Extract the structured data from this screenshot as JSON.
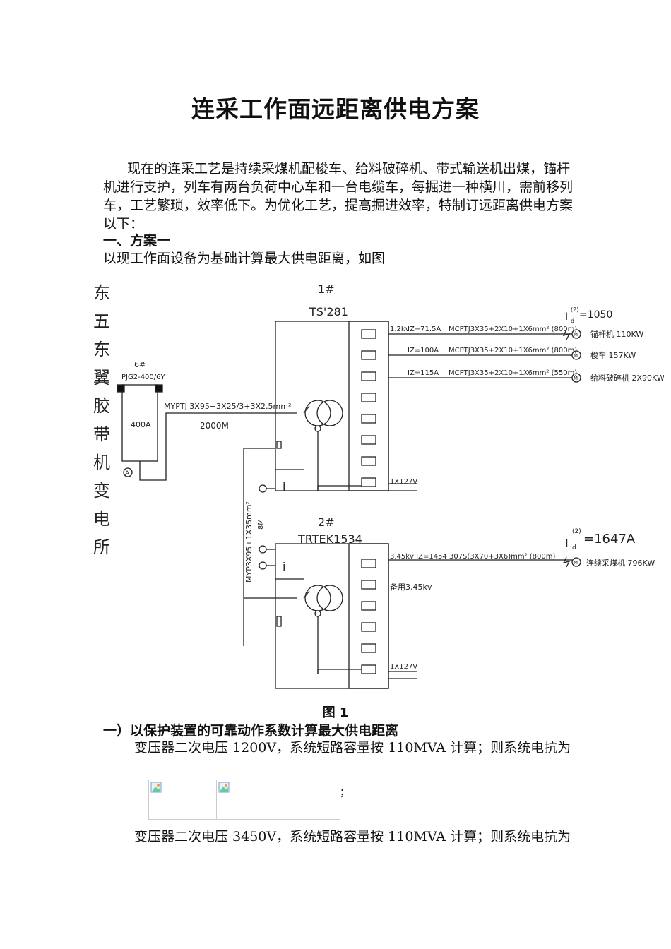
{
  "title": "连采工作面远距离供电方案",
  "intro": "现在的连采工艺是持续采煤机配梭车、给料破碎机、带式输送机出煤，锚杆机进行支护，列车有两台负荷中心车和一台电缆车，每掘进一种横川，需前移列车，工艺繁琐，效率低下。为优化工艺，提高掘进效率，特制订远距离供电方案以下：",
  "section1": "一、方案一",
  "section1_text": "以现工作面设备为基础计算最大供电距离，如图",
  "diagram": {
    "substation_chars": [
      "东",
      "五",
      "东",
      "翼",
      "胶",
      "带",
      "机",
      "变",
      "电",
      "所"
    ],
    "switch_name": "6#",
    "switch_model": "PJG2-400/6Y",
    "switch_rating": "400A",
    "feeder_cable": "MYPTJ 3X95+3X25/3+3X2.5mm²",
    "feeder_length": "2000M",
    "link_cable": "MYP3X95+1X35mm²",
    "link_length": "8M",
    "t1_name": "1#",
    "t1_model": "TS'281",
    "t2_name": "2#",
    "t2_model": "TRTEK1534",
    "t1_voltage": "1.2kv",
    "short_circuit_1": "I",
    "sc1_sup": "(2)",
    "sc1_sub": "d",
    "sc1_value": "=1050",
    "sc2_value": "=1647A",
    "out1_iz": "IZ=71.5A",
    "out1_cable": "MCPTJ3X35+2X10+1X6mm² (800m)",
    "out1_load": "锚杆机  110KW",
    "out2_iz": "IZ=100A",
    "out2_cable": "MCPTJ3X35+2X10+1X6mm² (800m)",
    "out2_load": "梭车  157KW",
    "out3_iz": "IZ=115A",
    "out3_cable": "MCPTJ3X35+2X10+1X6mm² (550m)",
    "out3_load": "给料破碎机  2X90KW",
    "lv1": "1X127V",
    "t2_out": "3.45kv  IZ=1454  307S(3X70+3X6)mm² (800m)",
    "t2_load": "连续采煤机  796KW",
    "spare": "备用3.45kv",
    "lv2": "1X127V",
    "i_label": "i",
    "motor_m": "M",
    "ammeter": "A"
  },
  "figure_caption": "图 1",
  "section2": "一）以保护装置的可靠动作系数计算最大供电距离",
  "para2": "变压器二次电压 1200V，系统短路容量按 110MVA 计算；则系统电抗为",
  "semicolon": "；",
  "para3": "变压器二次电压 3450V，系统短路容量按 110MVA 计算；则系统电抗为"
}
